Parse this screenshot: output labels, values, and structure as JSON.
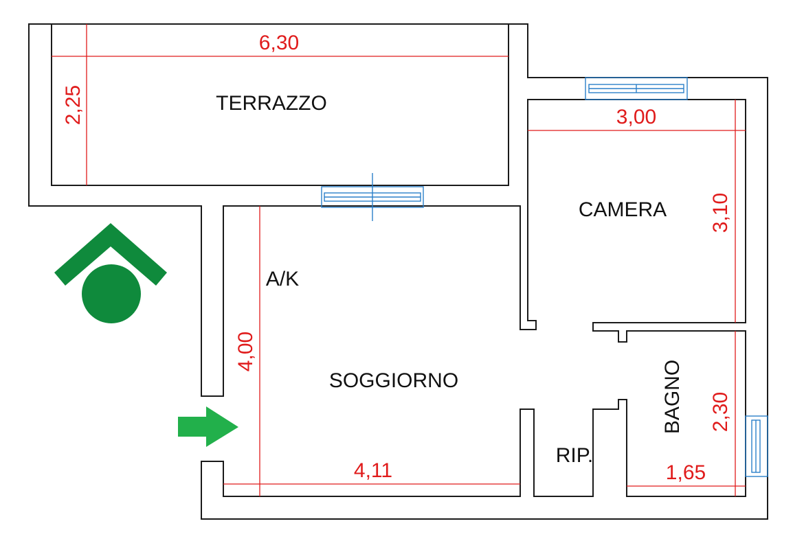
{
  "rooms": {
    "terrazzo": "TERRAZZO",
    "camera": "CAMERA",
    "ak": "A/K",
    "soggiorno": "SOGGIORNO",
    "bagno": "BAGNO",
    "ripostiglio": "RIP."
  },
  "dimensions": {
    "terrazzo_width": "6,30",
    "terrazzo_depth": "2,25",
    "camera_width": "3,00",
    "camera_depth": "3,10",
    "soggiorno_depth": "4,00",
    "soggiorno_width": "4,11",
    "bagno_depth": "2,30",
    "bagno_width": "1,65"
  },
  "icons": {
    "logo": "house-logo-icon",
    "entrance": "entrance-arrow-icon"
  },
  "colors": {
    "wall": "#1a1a1a",
    "dimension": "#e01b1b",
    "window": "#2a7fc9",
    "logo_green": "#0f8a3c",
    "arrow_green": "#22b04b"
  }
}
